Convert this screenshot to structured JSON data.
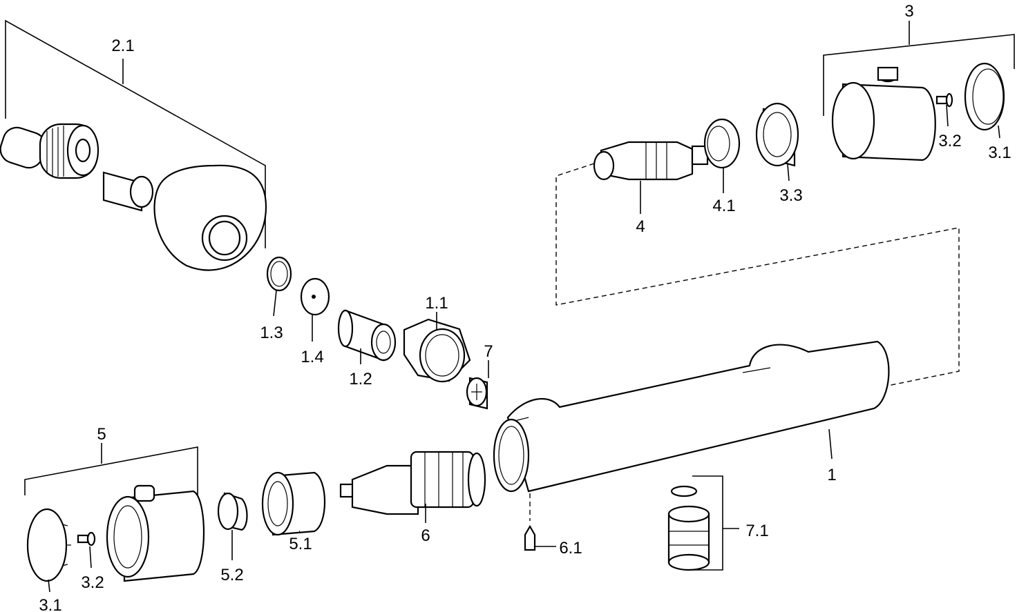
{
  "title": "Exploded parts diagram - thermostatic shower mixer",
  "labels": {
    "p2_1": "2.1",
    "p3": "3",
    "p3_2_top": "3.2",
    "p3_1_top": "3.1",
    "p4": "4",
    "p4_1": "4.1",
    "p3_3": "3.3",
    "p1_1": "1.1",
    "p7": "7",
    "p1_3": "1.3",
    "p1_4": "1.4",
    "p1_2": "1.2",
    "p5": "5",
    "p1": "1",
    "p6": "6",
    "p7_1": "7.1",
    "p6_1": "6.1",
    "p3_1_bottom": "3.1",
    "p3_2_bottom": "3.2",
    "p5_2": "5.2",
    "p5_1": "5.1"
  }
}
